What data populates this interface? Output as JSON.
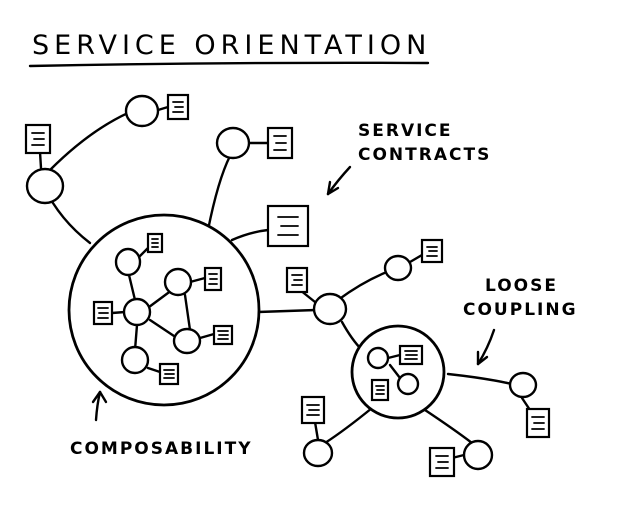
{
  "title": "SERVICE ORIENTATION",
  "labels": {
    "service_contracts_line1": "SERVICE",
    "service_contracts_line2": "CONTRACTS",
    "loose_coupling_line1": "LOOSE",
    "loose_coupling_line2": "COUPLING",
    "composability": "COMPOSABILITY"
  }
}
